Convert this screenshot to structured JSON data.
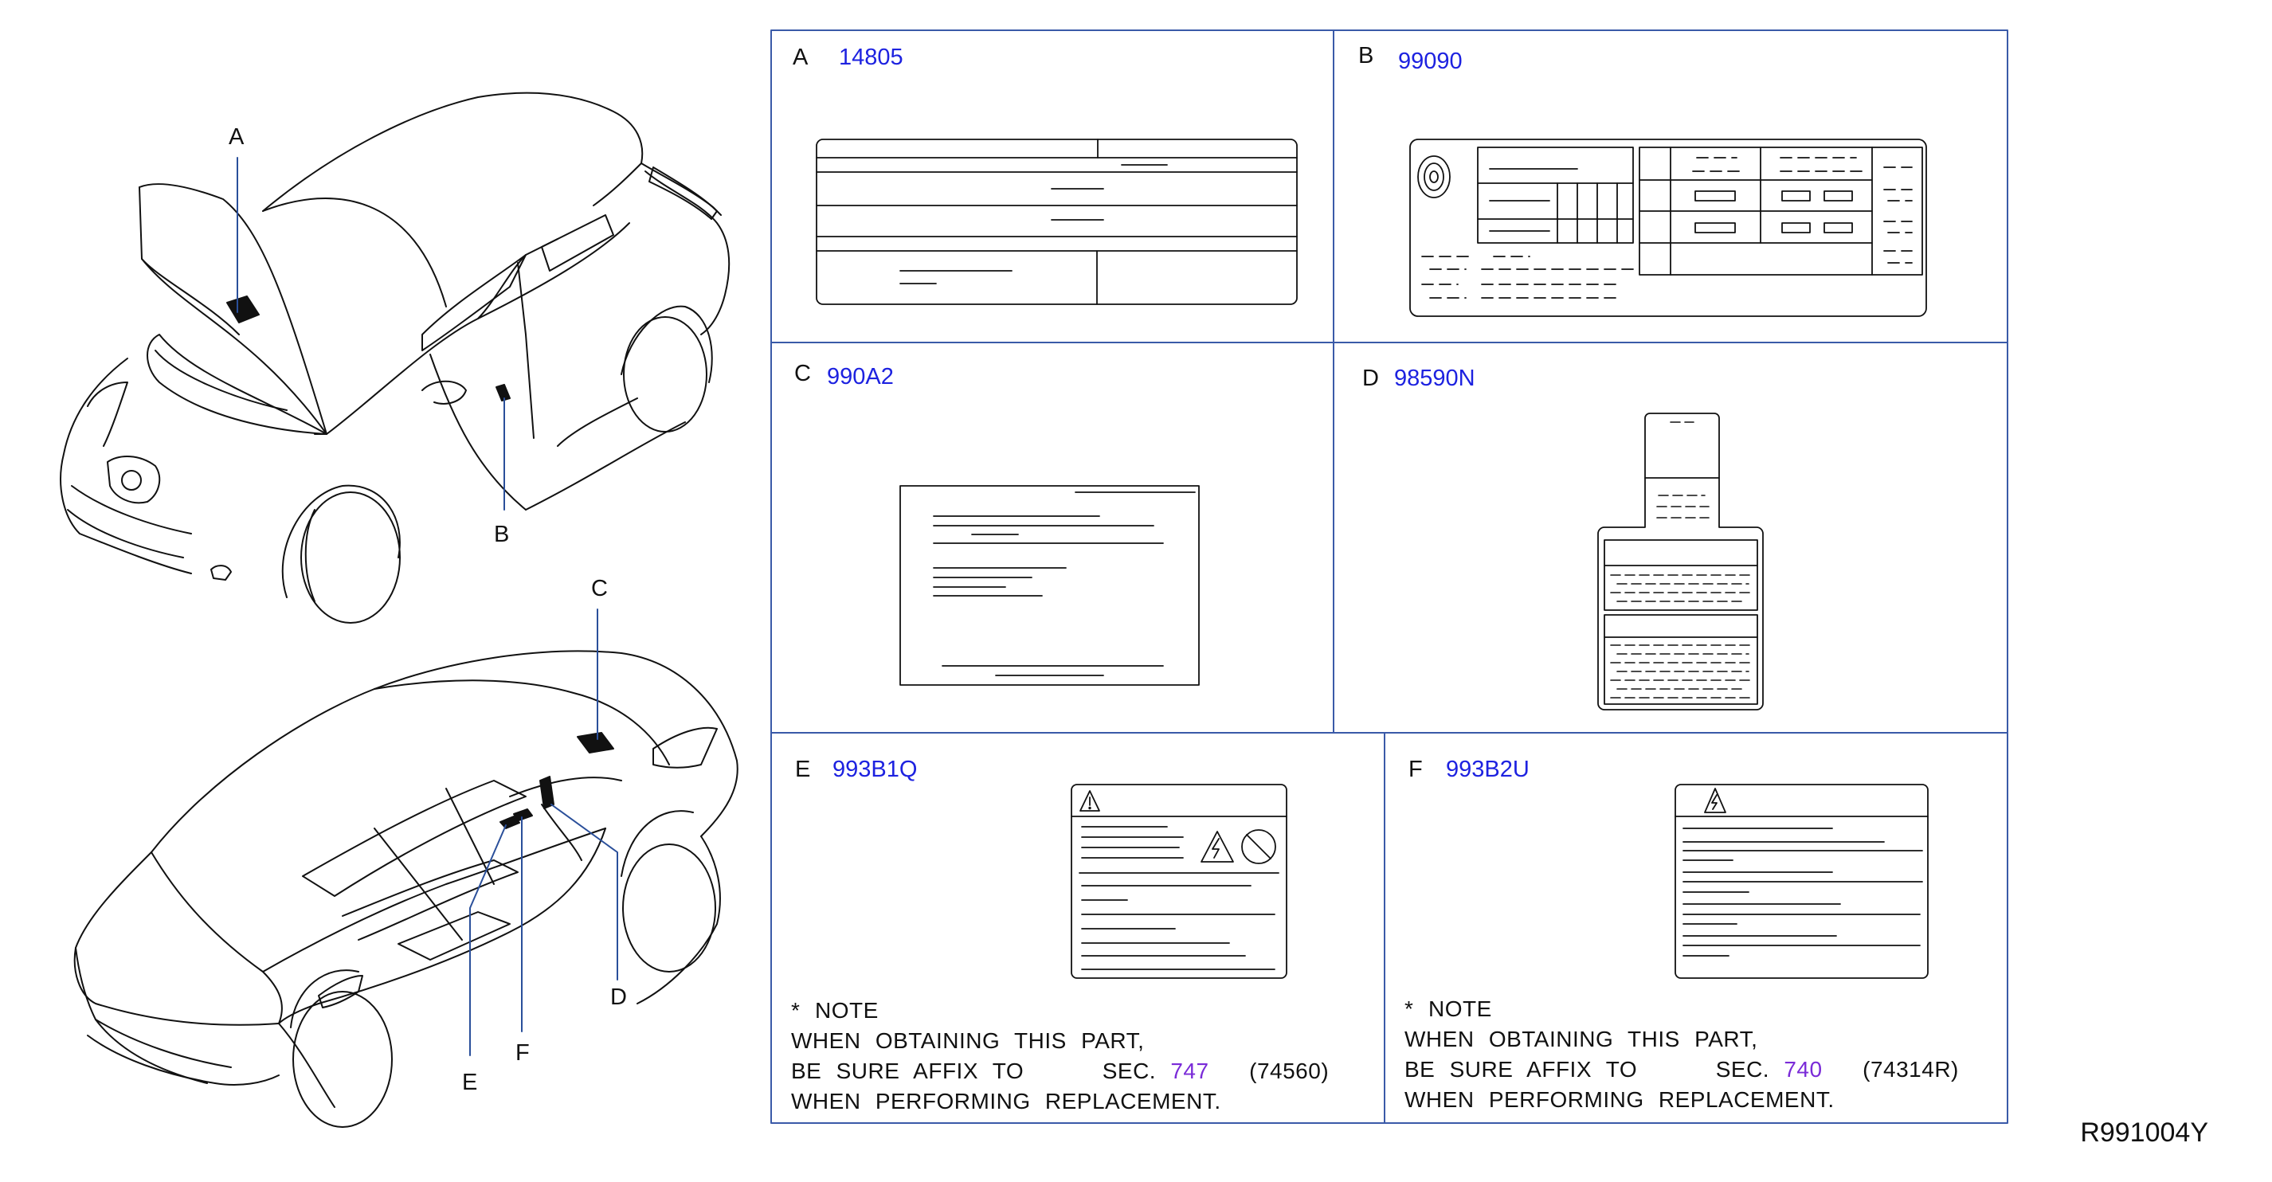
{
  "callouts": {
    "a": "A",
    "b": "B",
    "c": "C",
    "d": "D",
    "e": "E",
    "f": "F"
  },
  "panels": [
    {
      "letter": "A",
      "part": "14805"
    },
    {
      "letter": "B",
      "part": "99090"
    },
    {
      "letter": "C",
      "part": "990A2"
    },
    {
      "letter": "D",
      "part": "98590N"
    },
    {
      "letter": "E",
      "part": "993B1Q"
    },
    {
      "letter": "F",
      "part": "993B2U"
    }
  ],
  "notes": {
    "e": {
      "star": "*",
      "title": "NOTE",
      "line1": "WHEN OBTAINING THIS PART,",
      "line2_pre": "BE SURE AFFIX TO",
      "sec_label": "SEC.",
      "sec": "747",
      "code": "(74560)",
      "line3": "WHEN PERFORMING REPLACEMENT."
    },
    "f": {
      "star": "*",
      "title": "NOTE",
      "line1": "WHEN OBTAINING THIS PART,",
      "line2_pre": "BE SURE AFFIX TO",
      "sec_label": "SEC.",
      "sec": "740",
      "code": "(74314R)",
      "line3": "WHEN PERFORMING REPLACEMENT."
    }
  },
  "reference": "R991004Y",
  "colors": {
    "line": "#111111",
    "frame": "#3a5aa8",
    "part": "#1d22e0",
    "sec": "#7a2bd8",
    "leader": "#2a4f9a"
  },
  "icons": [
    "tire-icon",
    "warning-triangle-icon",
    "high-voltage-icon",
    "prohibition-icon"
  ]
}
